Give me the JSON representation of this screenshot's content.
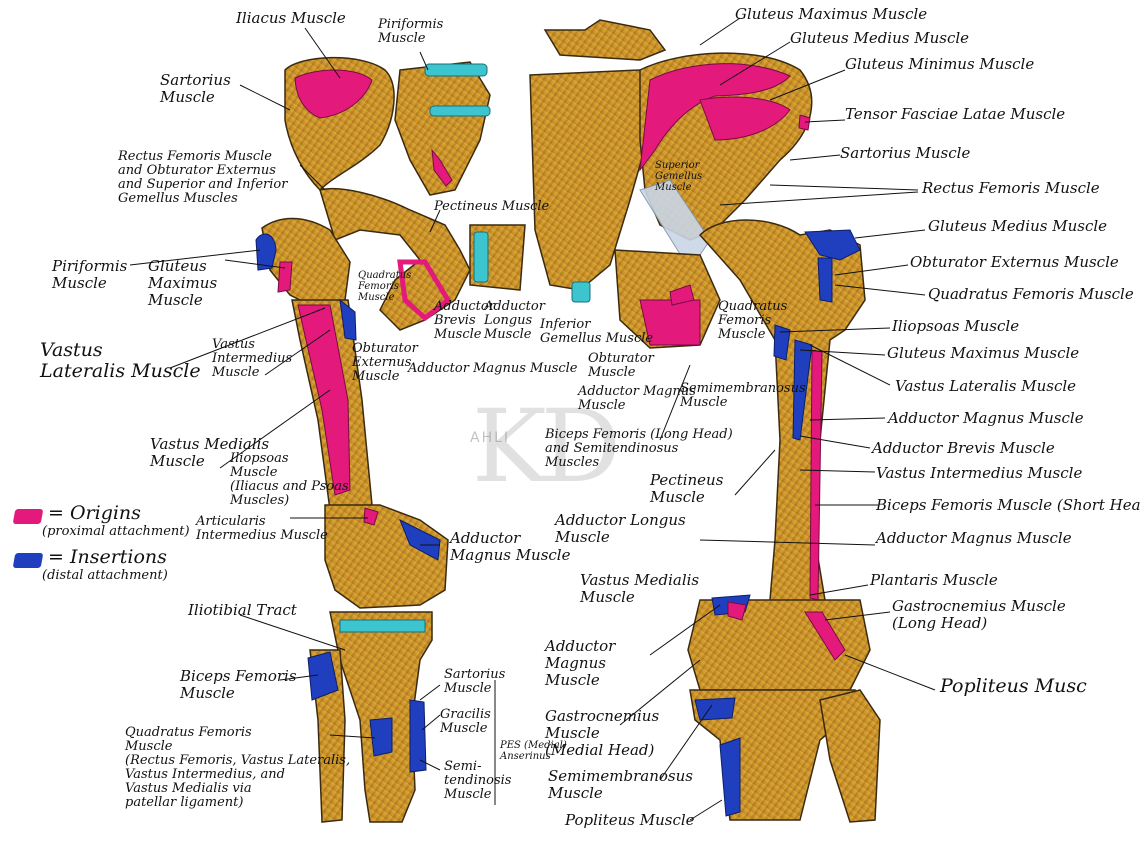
{
  "colors": {
    "origin": "#e3197c",
    "insertion": "#1f3fbf",
    "bone": "#d8a12a",
    "bone_dark": "#9a6a1c",
    "cartilage": "#3cc4cf",
    "ligament": "#c9d6e6"
  },
  "watermark": "KD",
  "watermark_small": "AHLI",
  "legend": {
    "origin_label": "= Origins",
    "origin_sub": "(proximal attachment)",
    "insertion_label": "= Insertions",
    "insertion_sub": "(distal attachment)"
  },
  "labels": {
    "iliacus": "Iliacus Muscle",
    "piriformis_top": "Piriformis\nMuscle",
    "sartorius_left": "Sartorius\nMuscle",
    "rectus_obturator": "Rectus Femoris Muscle\nand Obturator Externus\nand Superior and Inferior\nGemellus Muscles",
    "pectineus_left": "Pectineus Muscle",
    "piriformis_left": "Piriformis\nMuscle",
    "gluteus_max_left": "Gluteus\nMaximus\nMuscle",
    "vastus_lateralis_left": "Vastus\nLateralis Muscle",
    "vastus_intermedius_left": "Vastus\nIntermedius\nMuscle",
    "quadratus_small": "Quadratus\nFemoris\nMuscle",
    "adductor_brevis_left": "Adductor\nBrevis\nMuscle",
    "adductor_longus_left": "Adductor\nLongus\nMuscle",
    "obturator_ext_left": "Obturator\nExternus\nMuscle",
    "adductor_magnus_left": "Adductor Magnus Muscle",
    "vastus_medialis_left": "Vastus Medialis\nMuscle",
    "iliopsoas_left": "Iliopsoas\nMuscle\n(Iliacus and Psoas\nMuscles)",
    "articularis": "Articularis\nIntermedius Muscle",
    "adductor_magnus_knee": "Adductor\nMagnus Muscle",
    "iliotibial": "Iliotibial Tract",
    "biceps_left": "Biceps Femoris\nMuscle",
    "quadratus_tibia": "Quadratus Femoris\nMuscle\n(Rectus Femoris, Vastus Lateralis,\nVastus Intermedius, and\nVastus Medialis via\npatellar ligament)",
    "sartorius_tibia": "Sartorius\nMuscle",
    "gracilis": "Gracilis\nMuscle",
    "semitendinosis": "Semi-\ntendinosis\nMuscle",
    "pes": "PES (Medial)\nAnserinus",
    "gluteus_max_right": "Gluteus Maximus Muscle",
    "gluteus_med_top": "Gluteus Medius Muscle",
    "gluteus_min": "Gluteus Minimus Muscle",
    "tensor": "Tensor Fasciae Latae Muscle",
    "sartorius_right": "Sartorius Muscle",
    "superior_gemellus": "Superior\nGemellus\nMuscle",
    "rectus_right": "Rectus Femoris Muscle",
    "gluteus_med_right": "Gluteus Medius Muscle",
    "obturator_ext_right": "Obturator Externus Muscle",
    "quadratus_right": "Quadratus Femoris Muscle",
    "inferior_gemellus": "Inferior\nGemellus Muscle",
    "quadratus_mid": "Quadratus\nFemoris\nMuscle",
    "obturator_mid": "Obturator\nMuscle",
    "adductor_magnus_mid": "Adductor Magnus\nMuscle",
    "semimembranosus_mid": "Semimembranosus\nMuscle",
    "biceps_semi": "Biceps Femoris (Long Head)\nand Semitendinosus\nMuscles",
    "iliopsoas_right": "Iliopsoas Muscle",
    "gluteus_max_r2": "Gluteus Maximus Muscle",
    "vastus_lat_right": "Vastus Lateralis Muscle",
    "adductor_magnus_r": "Adductor Magnus Muscle",
    "adductor_brevis_r": "Adductor Brevis Muscle",
    "vastus_inter_r": "Vastus Intermedius Muscle",
    "biceps_short": "Biceps Femoris Muscle (Short Head)",
    "adductor_magnus_r2": "Adductor Magnus Muscle",
    "pectineus_right": "Pectineus\nMuscle",
    "adductor_longus_right": "Adductor Longus\nMuscle",
    "vastus_medialis_right": "Vastus Medialis\nMuscle",
    "plantaris": "Plantaris Muscle",
    "gastroc_long": "Gastrocnemius Muscle\n(Long Head)",
    "popliteus_top": "Popliteus Musc",
    "adductor_magnus_knee_r": "Adductor\nMagnus\nMuscle",
    "gastroc_medial": "Gastrocnemius\nMuscle\n(Medial Head)",
    "semimembranosus_knee": "Semimembranosus\nMuscle",
    "popliteus_bottom": "Popliteus Muscle"
  }
}
